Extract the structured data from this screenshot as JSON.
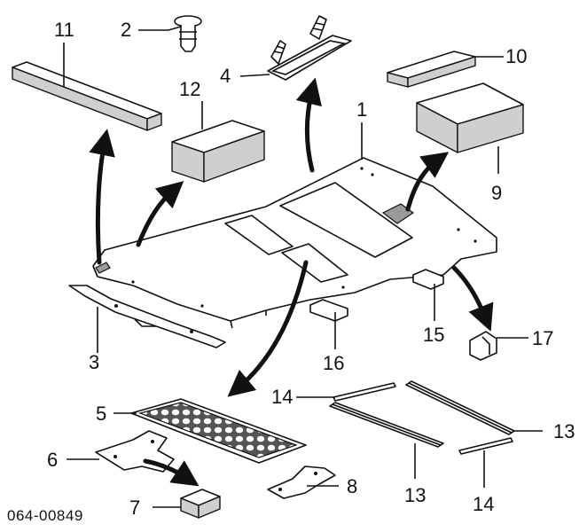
{
  "diagram": {
    "code": "064-00849",
    "callouts": {
      "c1": "1",
      "c2": "2",
      "c3": "3",
      "c4": "4",
      "c5": "5",
      "c6": "6",
      "c7": "7",
      "c8": "8",
      "c9": "9",
      "c10": "10",
      "c11": "11",
      "c12": "12",
      "c13a": "13",
      "c13b": "13",
      "c14a": "14",
      "c14b": "14",
      "c15": "15",
      "c16": "16",
      "c17": "17"
    }
  }
}
